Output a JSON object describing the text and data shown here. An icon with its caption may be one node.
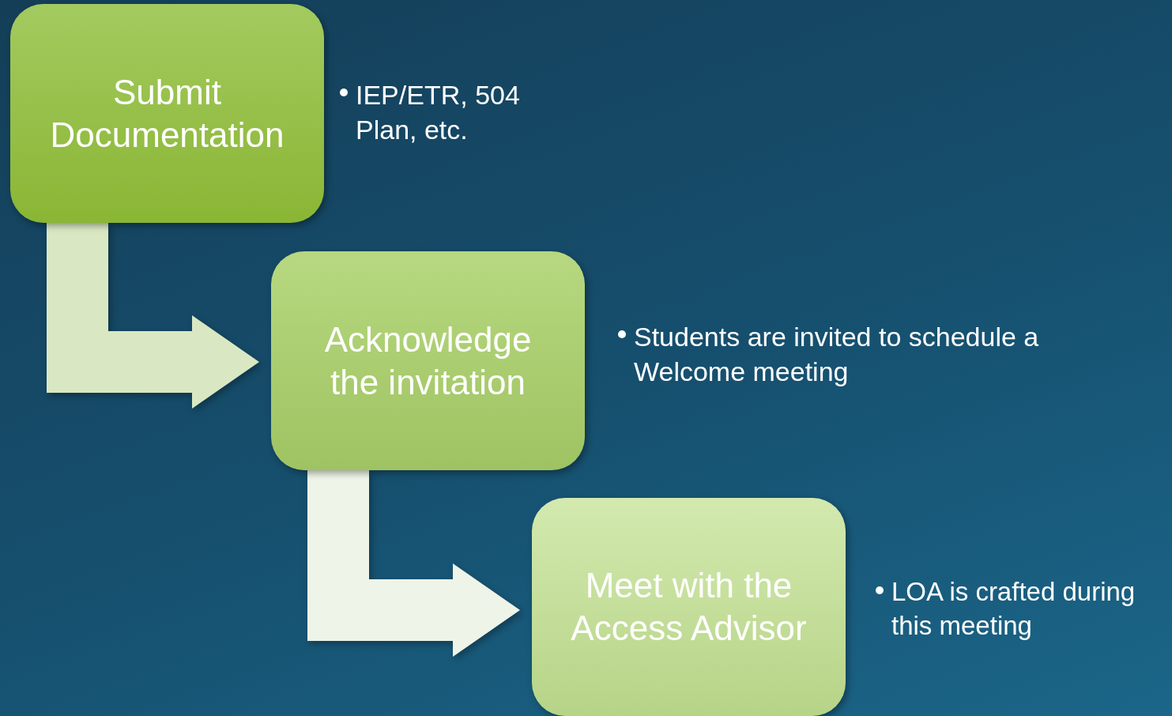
{
  "diagram": {
    "nodes": [
      {
        "text": [
          "Submit Documentation"
        ],
        "beside": [
          "IEP/ETR, 504 Plan, etc."
        ]
      },
      {
        "text": [
          "Acknowledge the invitation"
        ],
        "beside": [
          "Students are invited to schedule a Welcome meeting"
        ]
      },
      {
        "text": [
          "Meet with the Access Advisor"
        ],
        "beside": [
          "LOA is crafted during this meeting"
        ]
      }
    ],
    "edges": [
      {
        "from": 0,
        "to": 1,
        "arrow": "to"
      },
      {
        "from": 1,
        "to": 2,
        "arrow": "to"
      }
    ]
  }
}
